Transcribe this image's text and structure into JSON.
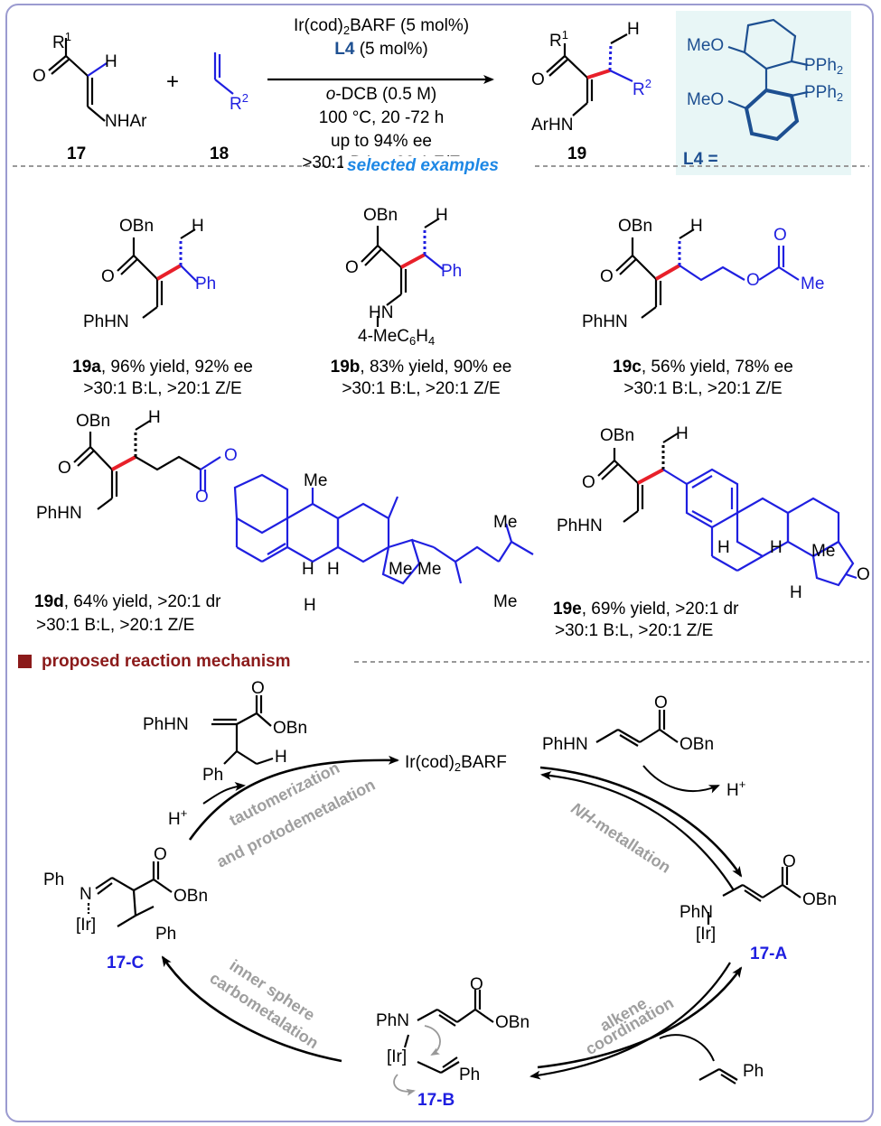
{
  "header": {
    "reagent_line1": "Ir(cod)",
    "reagent_line1_sub": "2",
    "reagent_line1_rest": "BARF (5 mol%)",
    "reagent_line2_ligand": "L4",
    "reagent_line2_rest": " (5 mol%)",
    "solvent_prefix": "o",
    "solvent_rest": "-DCB (0.5 M)",
    "conditions": "100 °C, 20 -72 h",
    "ee": "up to 94% ee",
    "selectivity": ">30:1 B:L, >20:1 Z/E",
    "compound_17": "17",
    "compound_18": "18",
    "compound_19": "19",
    "plus": "+",
    "ligand_label": "L4 ="
  },
  "atoms": {
    "R1": "R",
    "R1_sup": "1",
    "R2": "R",
    "R2_sup": "2",
    "O": "O",
    "H": "H",
    "NHAr": "NHAr",
    "ArHN": "ArHN",
    "MeO": "MeO",
    "PPh": "PPh",
    "PPh_sub": "2",
    "OBn": "OBn",
    "Ph": "Ph",
    "PhHN": "PhHN",
    "HN": "HN",
    "tolyl": "4-MeC",
    "tolyl_sub1": "6",
    "tolyl_mid": "H",
    "tolyl_sub2": "4",
    "Me": "Me",
    "PhN": "PhN",
    "Ir": "[Ir]",
    "N": "N",
    "Hplus": "H",
    "plus_charge": "+"
  },
  "sections": {
    "examples_title": "selected examples",
    "mechanism_title": "proposed reaction mechanism"
  },
  "examples": [
    {
      "id": "19a",
      "line1": ", 96% yield, 92% ee",
      "line2": ">30:1 B:L, >20:1 Z/E"
    },
    {
      "id": "19b",
      "line1": ", 83% yield, 90% ee",
      "line2": ">30:1 B:L, >20:1 Z/E"
    },
    {
      "id": "19c",
      "line1": ", 56% yield, 78% ee",
      "line2": ">30:1 B:L, >20:1 Z/E"
    },
    {
      "id": "19d",
      "line1": ", 64% yield, >20:1 dr",
      "line2": ">30:1 B:L, >20:1 Z/E"
    },
    {
      "id": "19e",
      "line1": ", 69% yield, >20:1 dr",
      "line2": ">30:1 B:L, >20:1 Z/E"
    }
  ],
  "mechanism": {
    "catalyst": "Ir(cod)",
    "catalyst_sub": "2",
    "catalyst_rest": "BARF",
    "step_tautomer1": "tautomerization",
    "step_tautomer2": "and protodemetalation",
    "step_nh1": "NH",
    "step_nh2": "-metallation",
    "step_alkene1": "alkene",
    "step_alkene2": "coordination",
    "step_inner1": "inner sphere",
    "step_inner2": "carbometalation",
    "int_A": "17-A",
    "int_B": "17-B",
    "int_C": "17-C"
  },
  "colors": {
    "frame": "#9b9bd0",
    "highlight_bond": "#e8202a",
    "substituent_blue": "#1f1fe0",
    "ligand_navy": "#1d4f91",
    "ligand_box": "#e8f6f6",
    "section_blue": "#1e88e5",
    "section_maroon": "#8b1a1a",
    "step_gray": "#9e9e9e"
  }
}
